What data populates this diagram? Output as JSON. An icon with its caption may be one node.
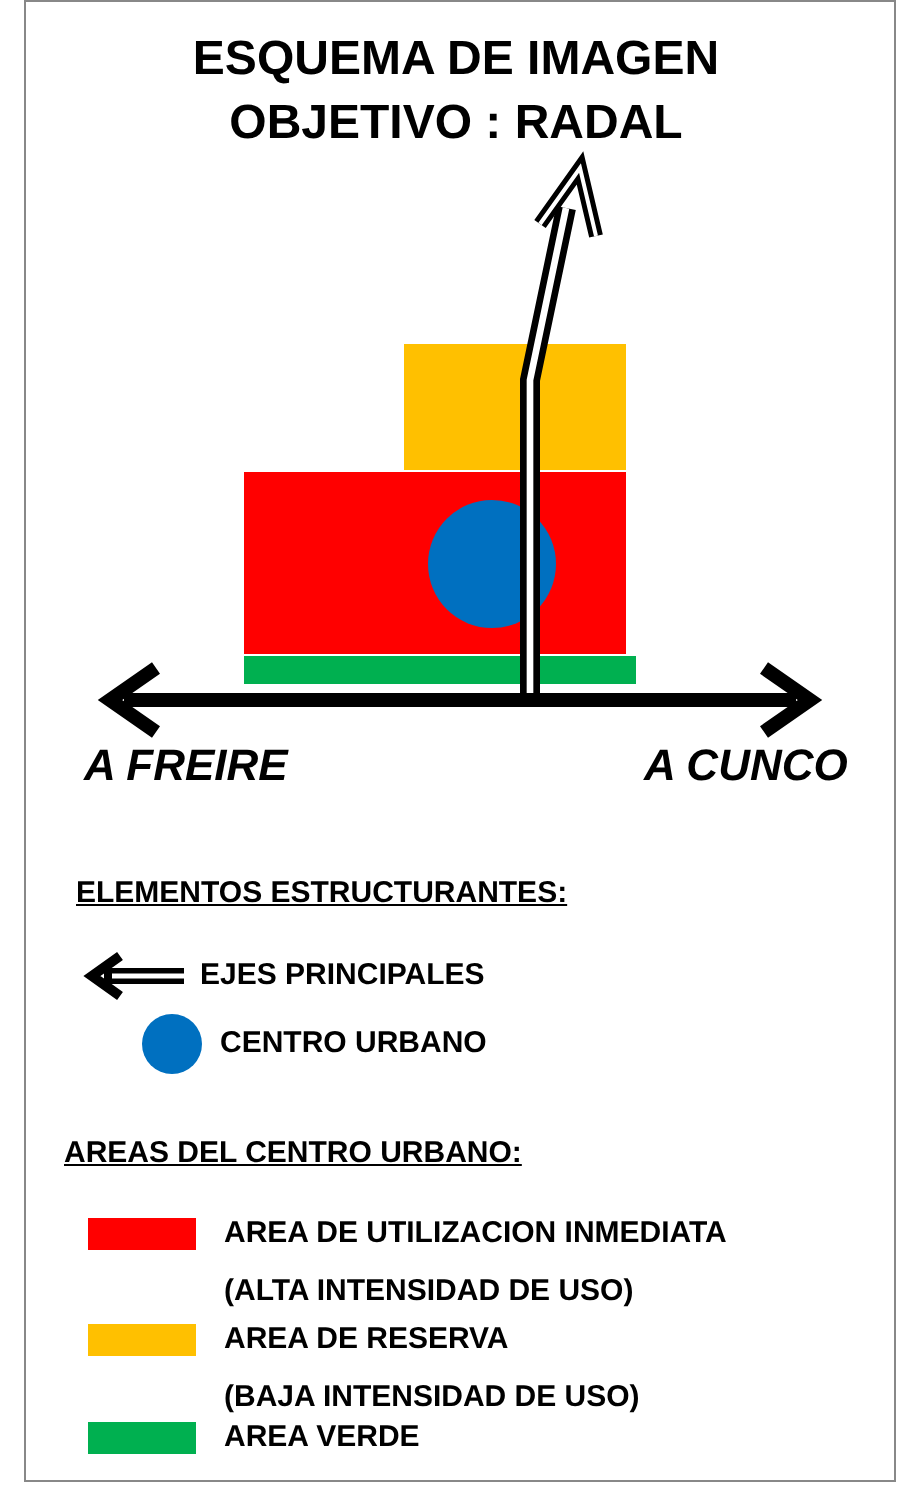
{
  "diagram": {
    "title": "ESQUEMA DE IMAGEN OBJETIVO : RADAL",
    "labels": [
      "A FREIRE",
      "A CUNCO",
      "ELEMENTOS ESTRUCTURANTES:",
      "AREAS DEL CENTRO URBANO:"
    ],
    "legend": [
      {
        "text": "EJES PRINCIPALES"
      },
      {
        "text": "CENTRO URBANO"
      },
      {
        "text": "AREA DE UTILIZACION INMEDIATA (ALTA INTENSIDAD DE USO)",
        "color": "#ff0000"
      },
      {
        "text": "AREA DE RESERVA (BAJA INTENSIDAD DE USO)",
        "color": "#ffc000"
      },
      {
        "text": "AREA VERDE",
        "color": "#00b050"
      }
    ]
  }
}
